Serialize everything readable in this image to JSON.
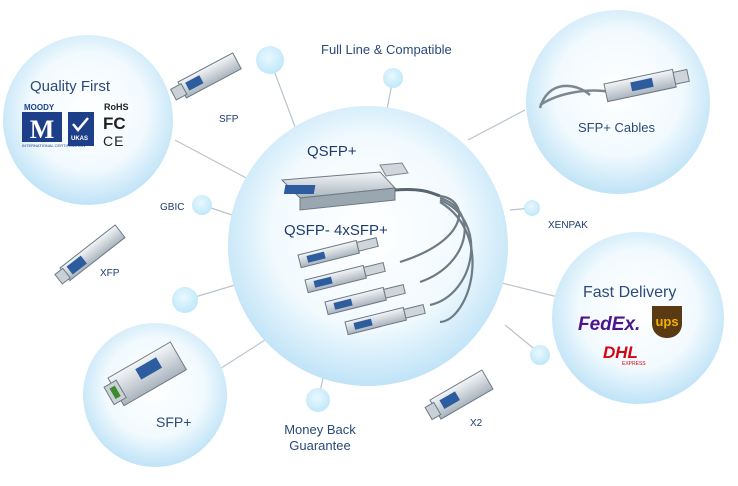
{
  "center": {
    "qsfp_label": "QSFP+",
    "breakout_label": "QSFP- 4xSFP+"
  },
  "quality": {
    "title": "Quality First",
    "moody_label": "MOODY",
    "moody_sub": "INTERNATIONAL CERTIFICATION",
    "ukas_label": "UKAS",
    "rohs_label": "RoHS",
    "fc_label": "FC",
    "ce_label": "CE"
  },
  "sfp_cables": {
    "title": "SFP+ Cables"
  },
  "fast_delivery": {
    "title": "Fast Delivery",
    "fedex": "FedEx.",
    "ups": "ups",
    "dhl": "DHL",
    "dhl_sub": "EXPRESS"
  },
  "sfp_plus": {
    "title": "SFP+"
  },
  "labels": {
    "full_line": "Full Line & Compatible",
    "sfp": "SFP",
    "gbic": "GBIC",
    "xfp": "XFP",
    "xenpak": "XENPAK",
    "x2": "X2",
    "money_back_1": "Money Back",
    "money_back_2": "Guarantee"
  },
  "colors": {
    "bubble_edge": "#bfe3f7",
    "bubble_fill": "#e6f5fd",
    "dot": "#cdeefb",
    "line": "#b9c4cc",
    "text": "#1f3c6e",
    "fedex_purple": "#4d148c",
    "fedex_orange": "#ff6600",
    "ups_brown": "#5a3a12",
    "ups_gold": "#f2b400",
    "dhl_red": "#d40511"
  }
}
